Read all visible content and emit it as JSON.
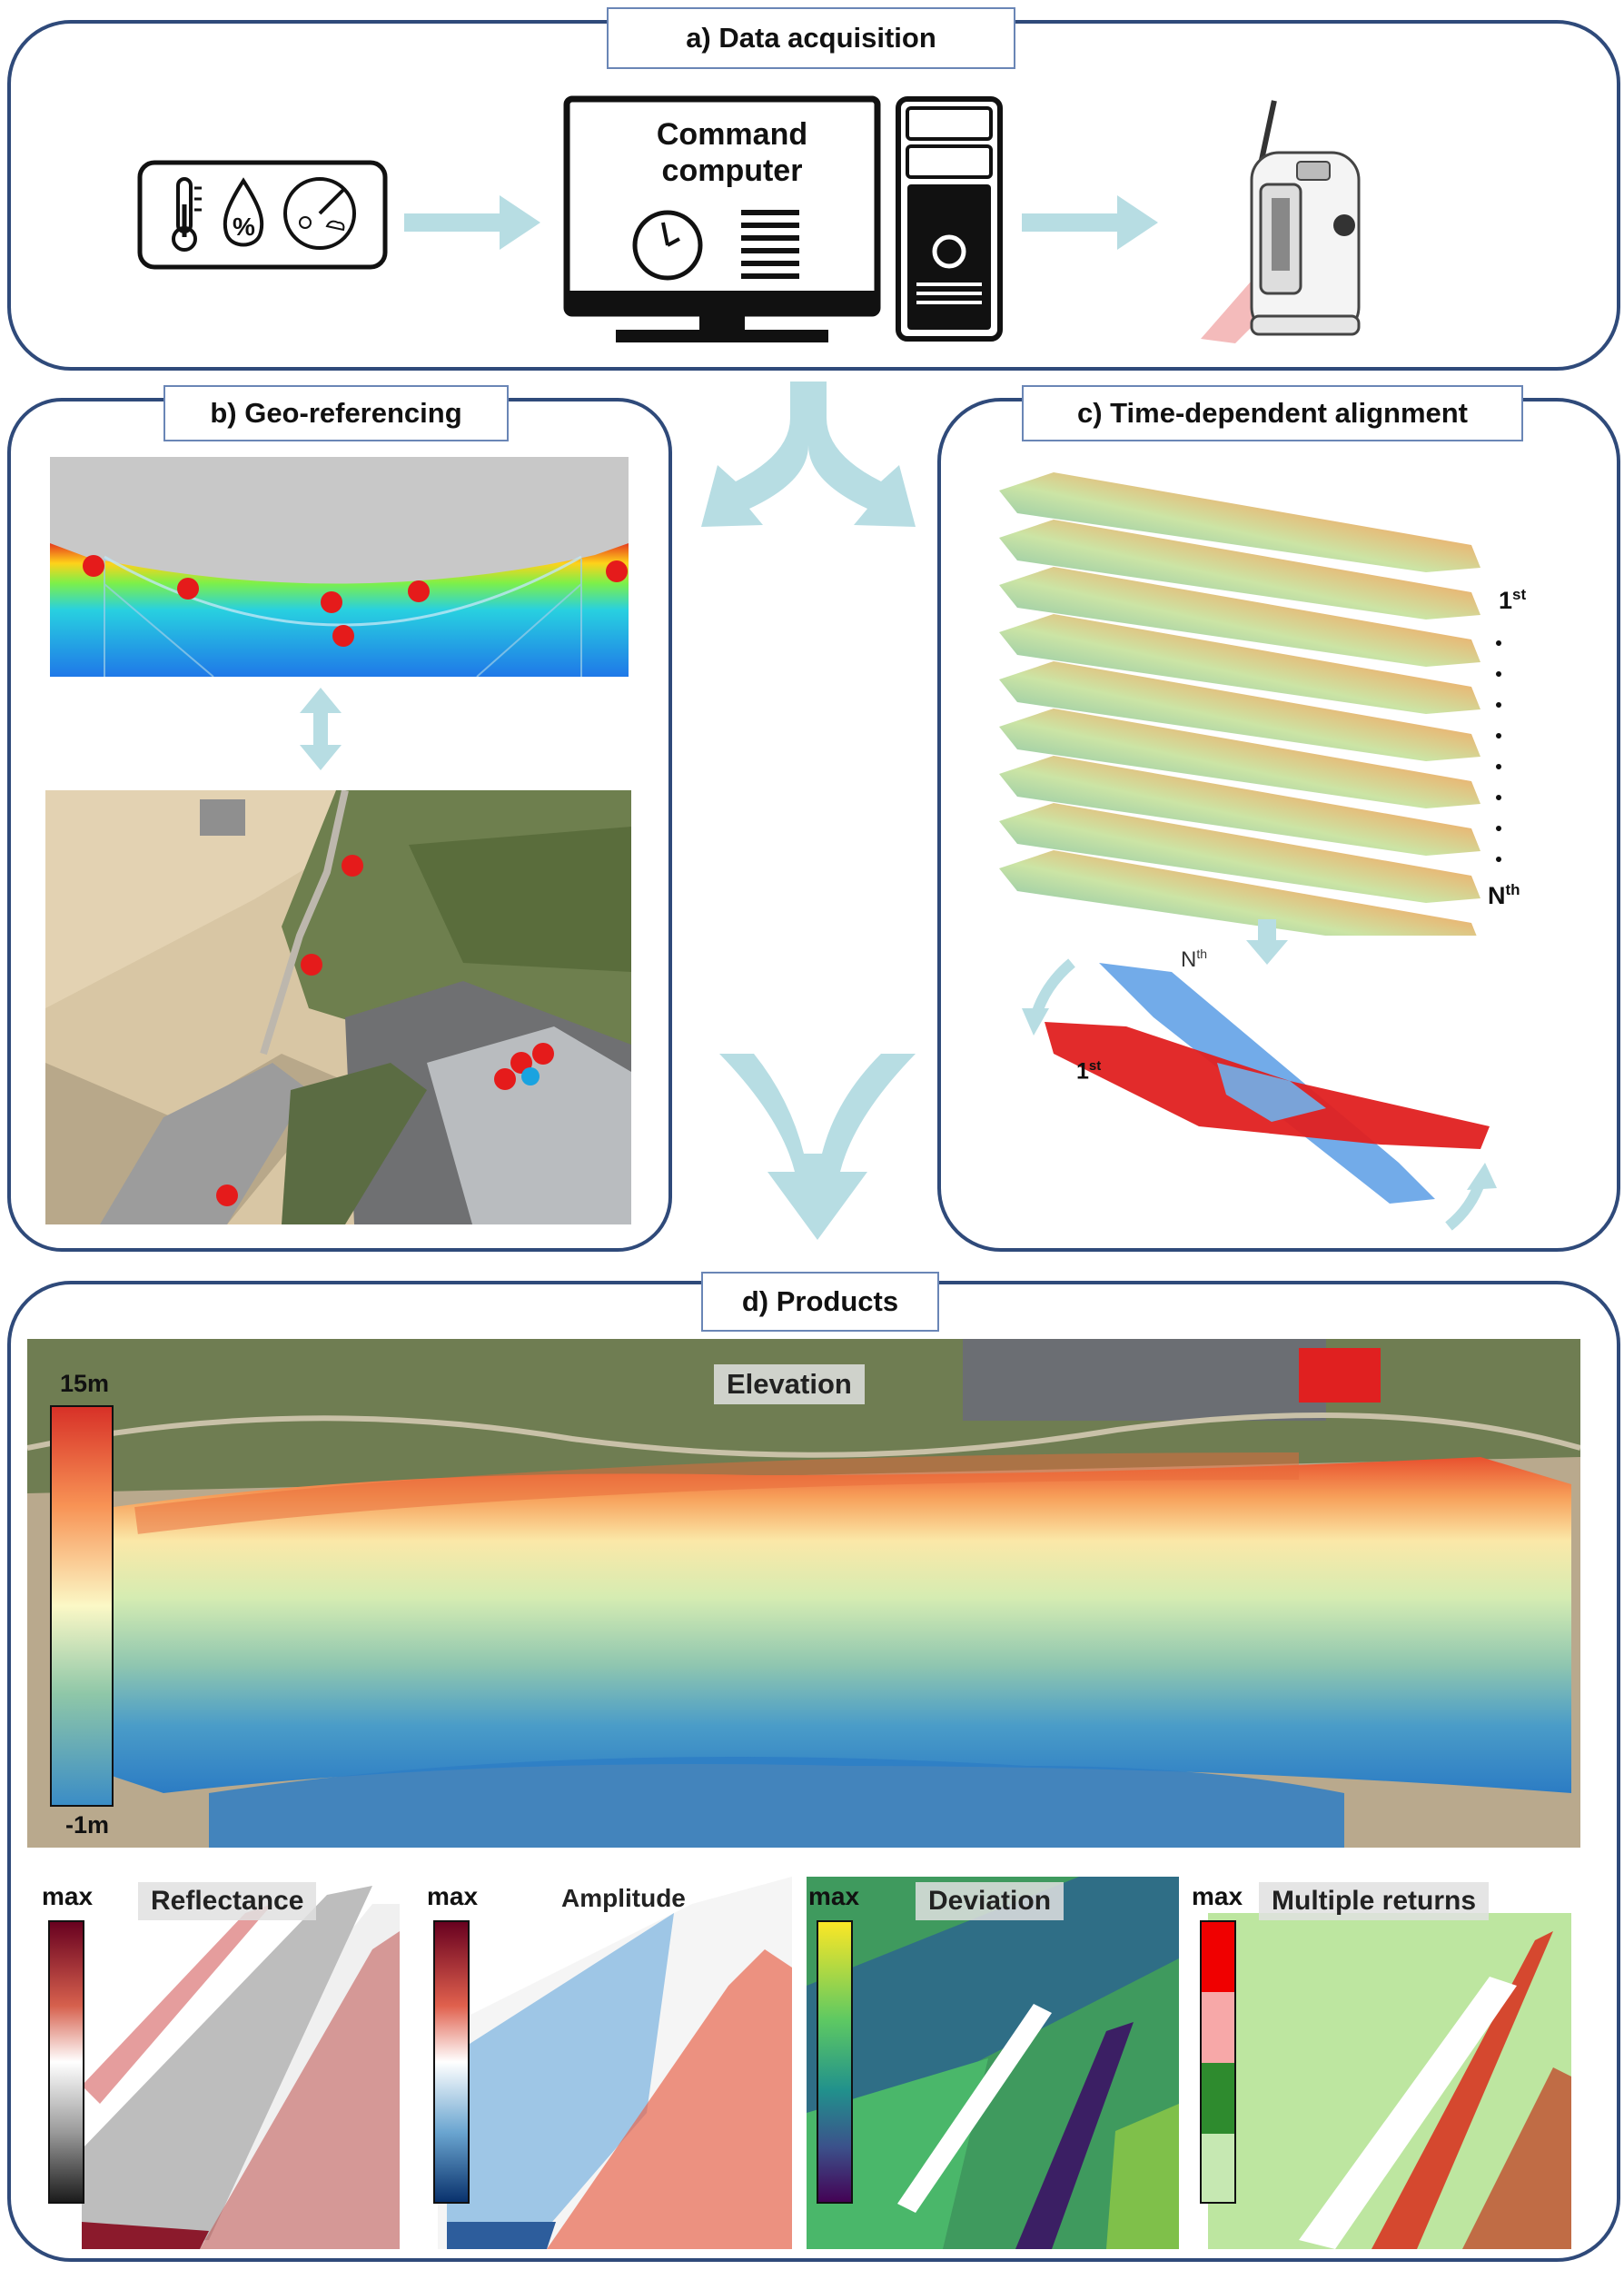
{
  "panels": {
    "a": {
      "title": "a) Data acquisition",
      "computer_label_line1": "Command",
      "computer_label_line2": "computer"
    },
    "b": {
      "title": "b) Geo-referencing"
    },
    "c": {
      "title": "c) Time-dependent alignment",
      "first_label": "1",
      "first_sup": "st",
      "nth_label": "N",
      "nth_sup": "th"
    },
    "d": {
      "title": "d) Products",
      "elevation_label": "Elevation",
      "elevation_max": "15m",
      "elevation_min": "-1m",
      "products": [
        {
          "name": "Reflectance",
          "scale_label": "max"
        },
        {
          "name": "Amplitude",
          "scale_label": "max"
        },
        {
          "name": "Deviation",
          "scale_label": "max"
        },
        {
          "name": "Multiple returns",
          "scale_label": "max"
        }
      ]
    }
  },
  "icons": [
    "thermometer-icon",
    "humidity-icon",
    "weather-dial-icon",
    "clock-icon",
    "tower-pc-icon",
    "laser-scanner-icon"
  ],
  "colors": {
    "panel_border": "#2f4a7a",
    "arrow": "#b7dde3",
    "marker": "#e51b1b"
  }
}
